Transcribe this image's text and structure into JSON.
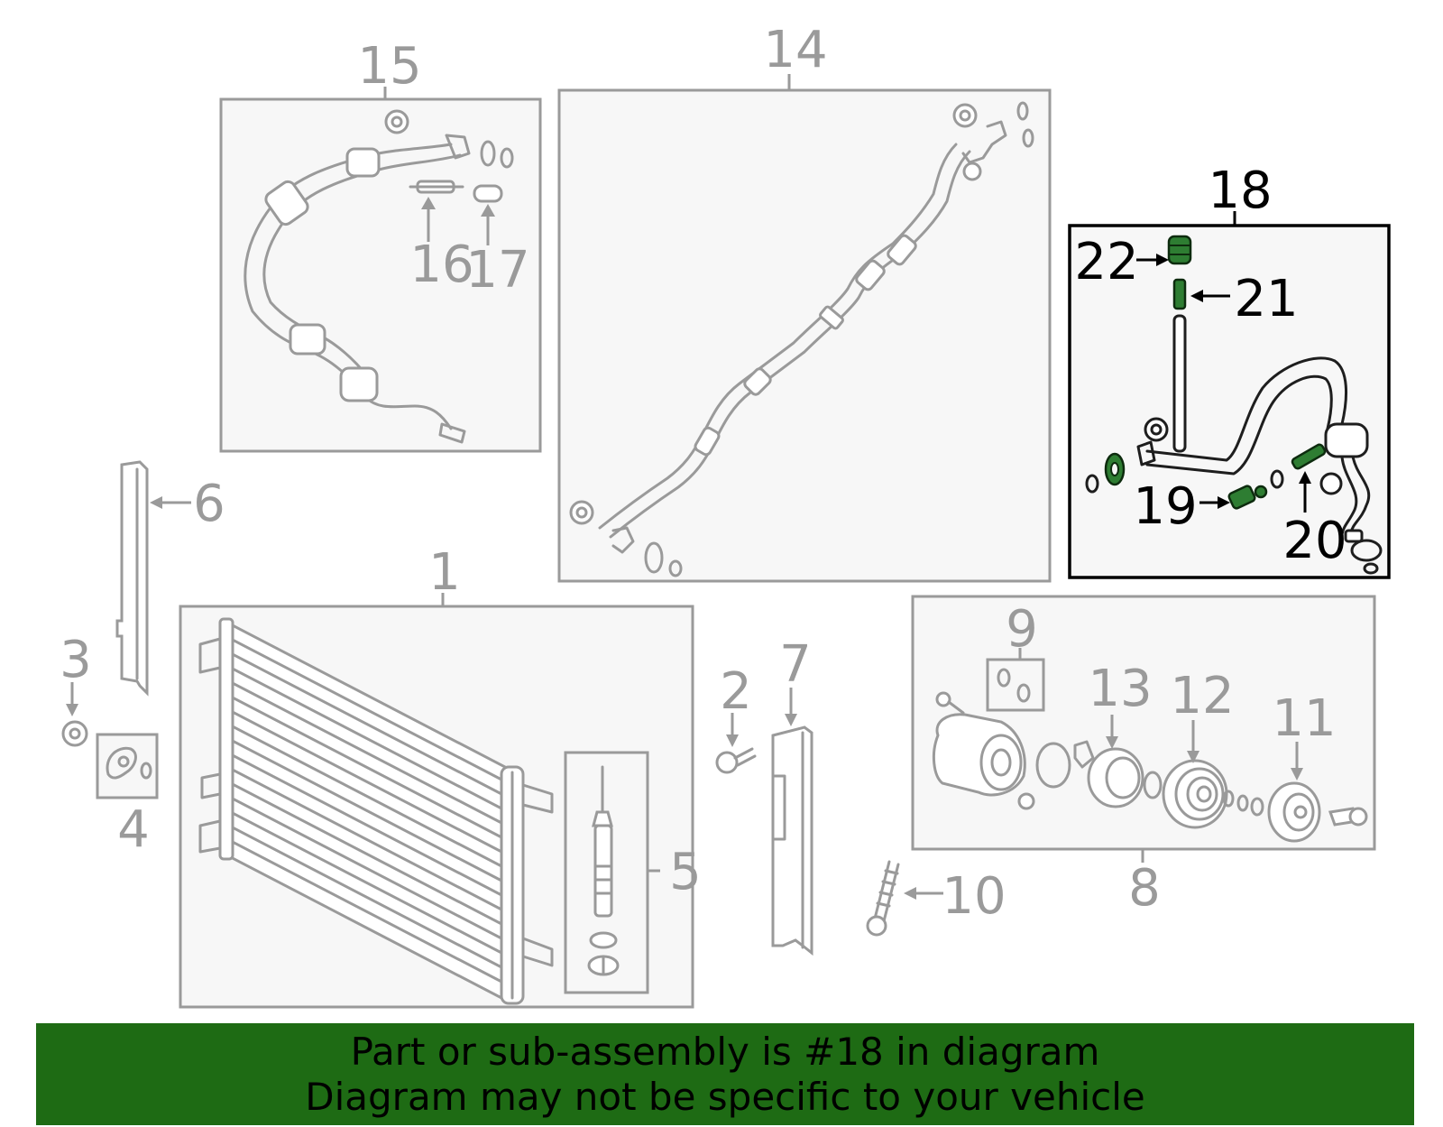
{
  "colors": {
    "background": "#ffffff",
    "box_fill": "#f7f7f7",
    "part_grey": "#9a9a9a",
    "highlight_green": "#2e7d32",
    "banner_green": "#1e6b14",
    "text_dark": "#000000"
  },
  "labels": {
    "l1": "1",
    "l2": "2",
    "l3": "3",
    "l4": "4",
    "l5": "5",
    "l6": "6",
    "l7": "7",
    "l8": "8",
    "l9": "9",
    "l10": "10",
    "l11": "11",
    "l12": "12",
    "l13": "13",
    "l14": "14",
    "l15": "15",
    "l16": "16",
    "l17": "17",
    "l18": "18",
    "l19": "19",
    "l20": "20",
    "l21": "21",
    "l22": "22"
  },
  "banner": {
    "line1": "Part or sub-assembly is #18 in diagram",
    "line2": "Diagram may not be specific to your vehicle"
  }
}
